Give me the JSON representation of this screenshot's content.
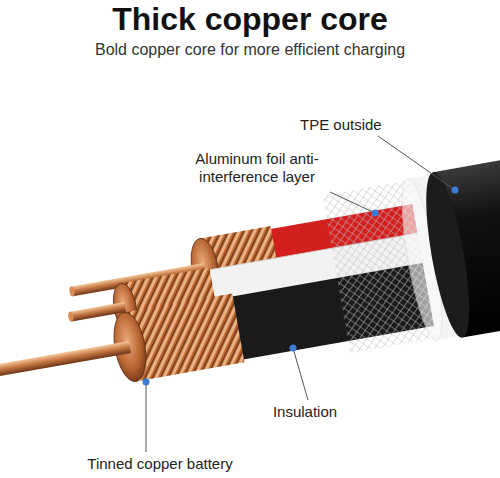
{
  "diagram": {
    "title": "Thick copper core",
    "labels": [
      "Bold copper core for more efficient charging",
      "TPE outside",
      "Aluminum foil anti-interference layer",
      "Insulation",
      "Tinned copper battery"
    ]
  }
}
